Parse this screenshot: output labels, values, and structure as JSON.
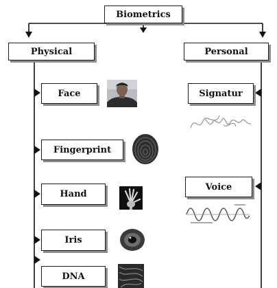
{
  "diagram": {
    "root": {
      "label": "Biometrics"
    },
    "branches": [
      {
        "label": "Physical",
        "items": [
          {
            "label": "Face",
            "image": "face-photo"
          },
          {
            "label": "Fingerprint",
            "image": "fingerprint-image"
          },
          {
            "label": "Hand",
            "image": "hand-xray-image"
          },
          {
            "label": "Iris",
            "image": "iris-image"
          },
          {
            "label": "DNA",
            "image": "dna-image"
          }
        ]
      },
      {
        "label": "Personal",
        "items": [
          {
            "label": "Signatur",
            "image": "signature-image"
          },
          {
            "label": "Voice",
            "image": "voice-waveform-image"
          }
        ]
      }
    ]
  }
}
